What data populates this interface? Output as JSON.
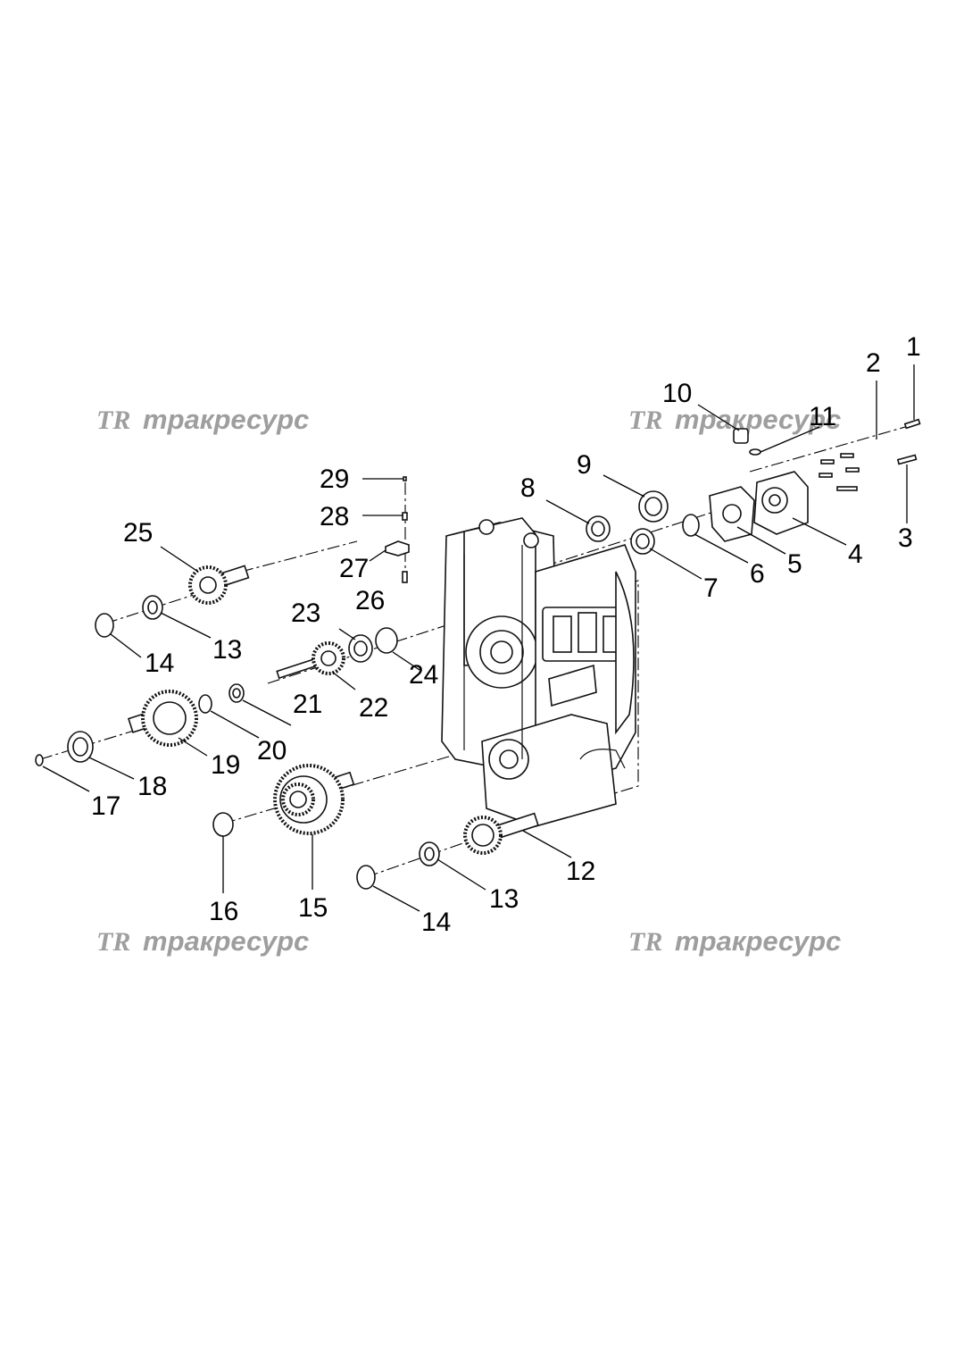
{
  "watermarks": [
    {
      "logo": "TR",
      "text": "тракресурс"
    },
    {
      "logo": "TR",
      "text": "тракресурс"
    },
    {
      "logo": "TR",
      "text": "тракресурс"
    },
    {
      "logo": "TR",
      "text": "тракресурс"
    }
  ],
  "callouts": [
    "1",
    "2",
    "3",
    "4",
    "5",
    "6",
    "7",
    "8",
    "9",
    "10",
    "11",
    "12",
    "13",
    "14",
    "15",
    "16",
    "17",
    "18",
    "19",
    "20",
    "21",
    "22",
    "23",
    "24",
    "25",
    "26",
    "27",
    "28",
    "29",
    "13",
    "14"
  ]
}
